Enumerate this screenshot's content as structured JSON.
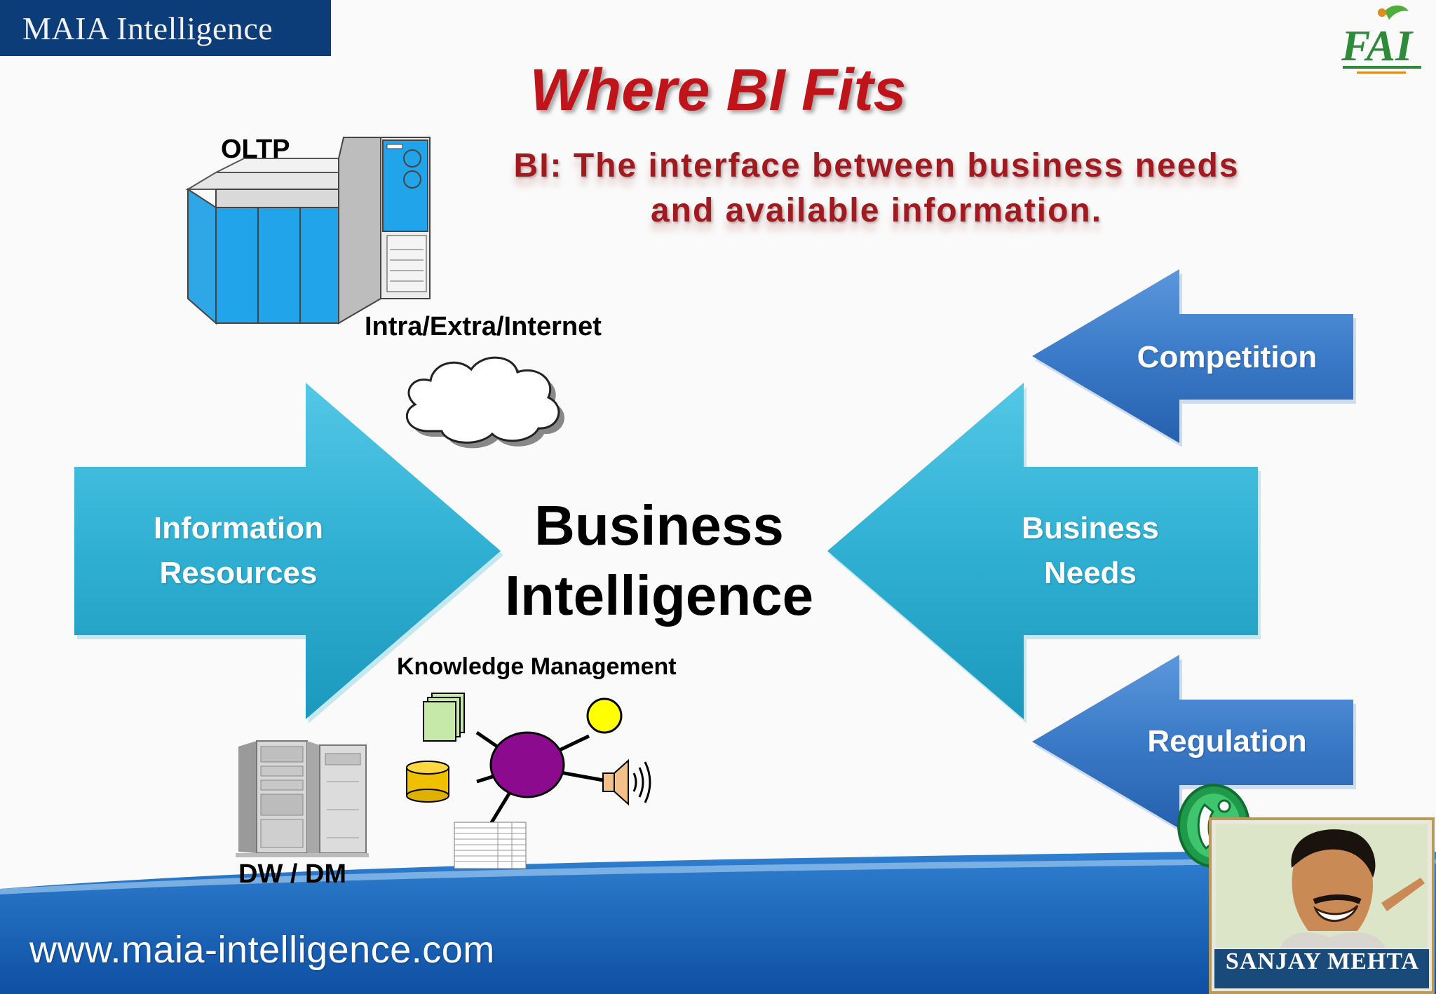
{
  "header": {
    "brand": "MAIA Intelligence",
    "logo_text": "FAI"
  },
  "slide": {
    "title": "Where BI Fits",
    "subtitle_line1": "BI: The interface between business needs",
    "subtitle_line2": "and available information."
  },
  "labels": {
    "oltp": "OLTP",
    "network": "Intra/Extra/Internet",
    "knowledge": "Knowledge Management",
    "dwdm": "DW / DM"
  },
  "center": {
    "line1": "Business",
    "line2": "Intelligence"
  },
  "arrows": {
    "info_line1": "Information",
    "info_line2": "Resources",
    "needs_line1": "Business",
    "needs_line2": "Needs",
    "competition": "Competition",
    "regulation": "Regulation"
  },
  "footer": {
    "url": "www.maia-intelligence.com",
    "person_name": "SANJAY MEHTA"
  },
  "colors": {
    "brand_blue": "#0d3d78",
    "title_red": "#c0141b",
    "teal_arrow": "#31b2d4",
    "blue_arrow": "#3a78c6",
    "node_purple": "#8b0a8d"
  },
  "icons": [
    "mainframe-icon",
    "cloud-icon",
    "server-rack-icon",
    "document-stack-icon",
    "database-icon",
    "speaker-icon",
    "phone-icon",
    "fai-logo"
  ]
}
